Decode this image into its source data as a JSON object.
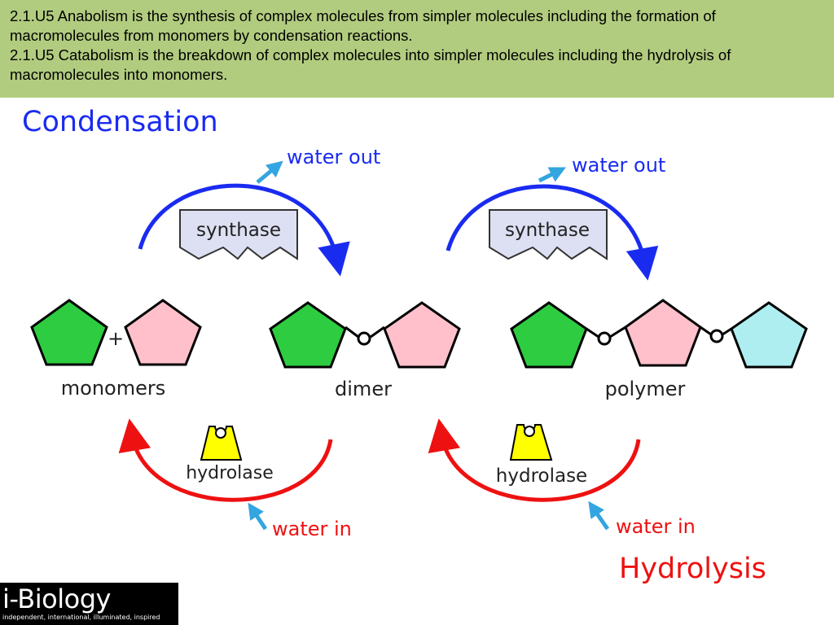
{
  "header": {
    "line1": "2.1.U5 Anabolism is the synthesis of complex molecules from simpler molecules including the formation of macromolecules from monomers by condensation reactions.",
    "line2": "2.1.U5 Catabolism is the breakdown of complex molecules into simpler molecules including the hydrolysis of macromolecules into monomers."
  },
  "diagram": {
    "condensation_title": "Condensation",
    "hydrolysis_title": "Hydrolysis",
    "water_out": "water out",
    "water_in": "water in",
    "synthase": "synthase",
    "hydrolase": "hydrolase",
    "plus": "+",
    "monomers": "monomers",
    "dimer": "dimer",
    "polymer": "polymer"
  },
  "logo": {
    "name": "i-Biology",
    "tagline": "independent, international, illuminated, inspired"
  },
  "colors": {
    "header_bg": "#b2cc7f",
    "green": "#2ecc40",
    "pink": "#ffc0cb",
    "cyan": "#aeeef0",
    "blue_arrow": "#1a2bf0",
    "red_arrow": "#ee1111",
    "enzyme_box": "#dde0f2",
    "hydrolase_yellow": "#ffff00"
  }
}
